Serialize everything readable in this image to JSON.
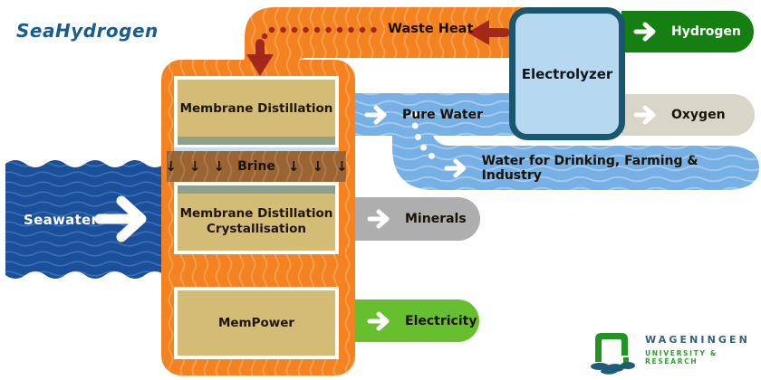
{
  "brand": {
    "name": "SeaHydrogen",
    "color": "#1A5C8C"
  },
  "nodes": {
    "electrolyzer": "Electrolyzer",
    "membrane_distillation": "Membrane Distillation",
    "brine": "Brine",
    "mdc_line1": "Membrane Distillation",
    "mdc_line2": "Crystallisation",
    "mempower": "MemPower"
  },
  "flows": {
    "seawater": "Seawater",
    "waste_heat": "Waste Heat",
    "pure_water": "Pure Water",
    "hydrogen": "Hydrogen",
    "oxygen": "Oxygen",
    "water_drinking": "Water for Drinking, Farming & Industry",
    "minerals": "Minerals",
    "electricity": "Electricity"
  },
  "glyphs": {
    "down_arrow": "↓"
  },
  "footer_logo": {
    "line1": "WAGENINGEN",
    "line2": "UNIVERSITY & RESEARCH"
  },
  "colors": {
    "pipe_orange": "#F58220",
    "pipe_orange_wave": "#F9A04F",
    "seawater_blue": "#1C4F9A",
    "pure_water_blue": "#77B0E4",
    "hydrogen_green": "#157F12",
    "electricity_green": "#67BE2E",
    "minerals_gray": "#AEAEAE",
    "oxygen_beige": "#D9D5C9",
    "brine_brown": "#9A6433",
    "waste_heat_red": "#A4281A",
    "electrolyzer_fill": "#B7D8F1",
    "electrolyzer_border": "#1B566F",
    "process_box_tan": "#D3BC76",
    "membrane_strip_green": "#8EA28B"
  }
}
